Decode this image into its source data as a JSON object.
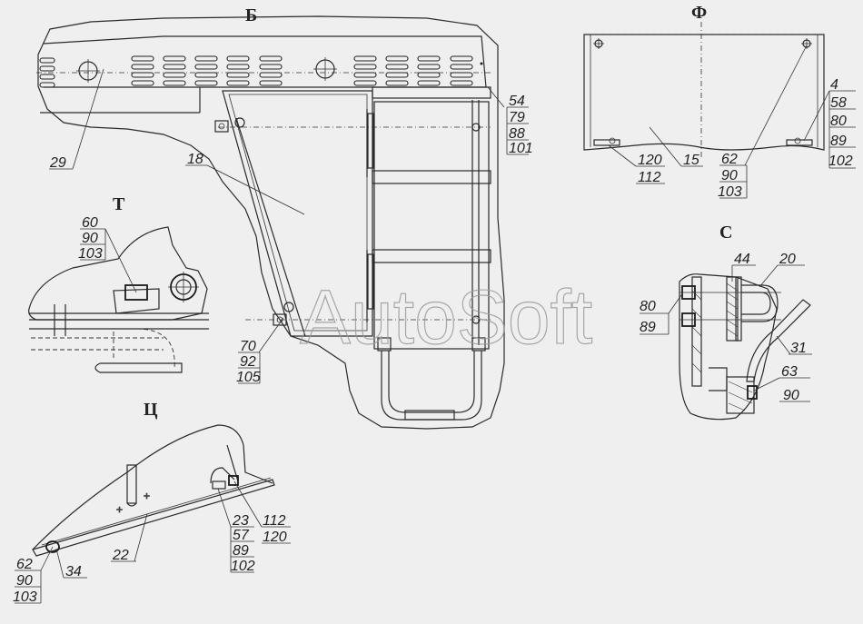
{
  "views": {
    "b": "Б",
    "f": "Ф",
    "t": "Т",
    "s": "С",
    "ts": "Ц"
  },
  "watermark": "AutoSoft",
  "callouts": {
    "b_29": "29",
    "b_18": "18",
    "b_54": [
      "54",
      "79",
      "88",
      "101"
    ],
    "b_70": [
      "70",
      "92",
      "105"
    ],
    "f_120": [
      "120",
      "112"
    ],
    "f_15": "15",
    "f_62": [
      "62",
      "90",
      "103"
    ],
    "f_4": [
      "4",
      "58",
      "80",
      "89",
      "102"
    ],
    "t_60": [
      "60",
      "90",
      "103"
    ],
    "s_44": "44",
    "s_20": "20",
    "s_80": [
      "80",
      "89"
    ],
    "s_31": "31",
    "s_63": [
      "63",
      "90"
    ],
    "ts_62": [
      "62",
      "90",
      "103"
    ],
    "ts_34": "34",
    "ts_22": "22",
    "ts_23": [
      "23",
      "57",
      "89",
      "102"
    ],
    "ts_112": [
      "112",
      "120"
    ]
  }
}
